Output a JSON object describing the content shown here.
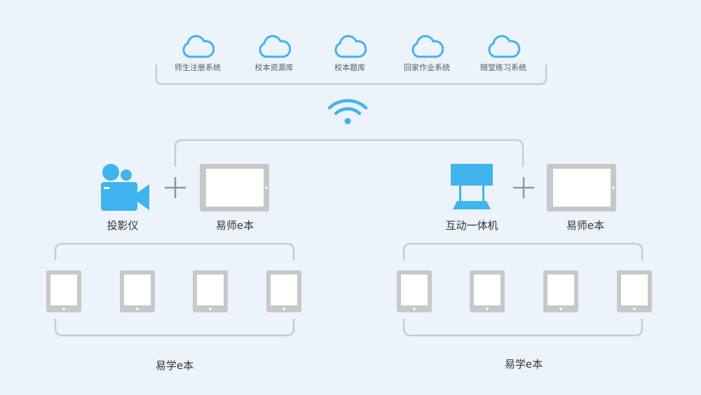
{
  "cloud_services": [
    {
      "label": "师生注册系统",
      "icon": "cloud-icon"
    },
    {
      "label": "校本资源库",
      "icon": "cloud-icon"
    },
    {
      "label": "校本题库",
      "icon": "cloud-icon"
    },
    {
      "label": "回家作业系统",
      "icon": "cloud-icon"
    },
    {
      "label": "随堂练习系统",
      "icon": "cloud-icon"
    }
  ],
  "left_group": {
    "device_label": "投影仪",
    "teacher_tablet_label": "易师e本",
    "student_label": "易学e本"
  },
  "right_group": {
    "device_label": "互动一体机",
    "teacher_tablet_label": "易师e本",
    "student_label": "易学e本"
  },
  "colors": {
    "background": "#edf3fa",
    "accent_blue": "#3fb4ef",
    "bracket_gray": "#c6ccd3",
    "tablet_gray": "#c8c8c8"
  }
}
